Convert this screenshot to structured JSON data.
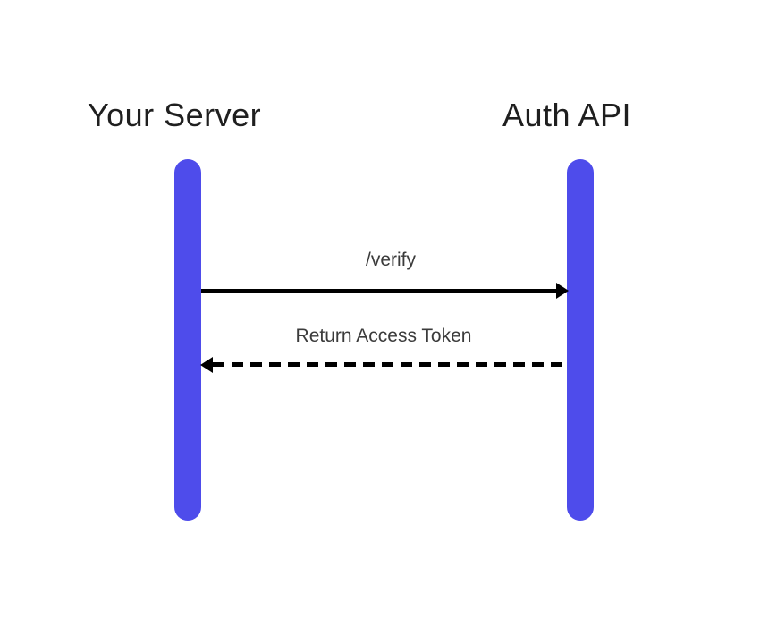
{
  "diagram": {
    "type": "sequence-diagram",
    "participants": [
      {
        "name": "Your Server"
      },
      {
        "name": "Auth API"
      }
    ],
    "messages": [
      {
        "label": "/verify",
        "from": "Your Server",
        "to": "Auth API",
        "direction": "right",
        "line_style": "solid"
      },
      {
        "label": "Return Access Token",
        "from": "Auth API",
        "to": "Your Server",
        "direction": "left",
        "line_style": "dashed"
      }
    ]
  },
  "colors": {
    "accent": "#4e4ceb",
    "bg": "#ffffff",
    "line": "#000000",
    "title_text": "#1f1f1f",
    "label_text": "#3b3b3b"
  }
}
